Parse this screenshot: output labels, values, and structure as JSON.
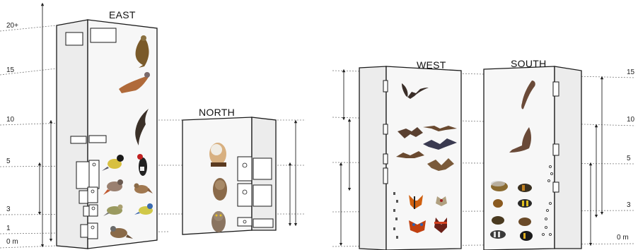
{
  "towers": {
    "east": "EAST",
    "north": "NORTH",
    "west": "WEST",
    "south": "SOUTH"
  },
  "levels_left": [
    "20+",
    "15",
    "10",
    "5",
    "3",
    "1",
    "0 m"
  ],
  "levels_right": [
    "15",
    "10",
    "5",
    "3",
    "0 m"
  ],
  "icons": {
    "east": [
      "kestrel-icon",
      "falcon-icon",
      "swift-icon",
      "great-tit-icon",
      "woodpecker-icon",
      "redstart-icon",
      "wren-icon",
      "warbler-icon",
      "blue-tit-icon",
      "sparrow-icon"
    ],
    "north": [
      "barn-owl-icon",
      "tawny-owl-icon",
      "little-owl-icon"
    ],
    "west": [
      "bat-icon"
    ],
    "south": [
      "bat-icon",
      "bee-icon"
    ]
  },
  "colors": {
    "wall": "#ececec",
    "wall_side": "#f7f7f7",
    "outline": "#1a1a1a",
    "level_line": "#7a7a7a"
  }
}
